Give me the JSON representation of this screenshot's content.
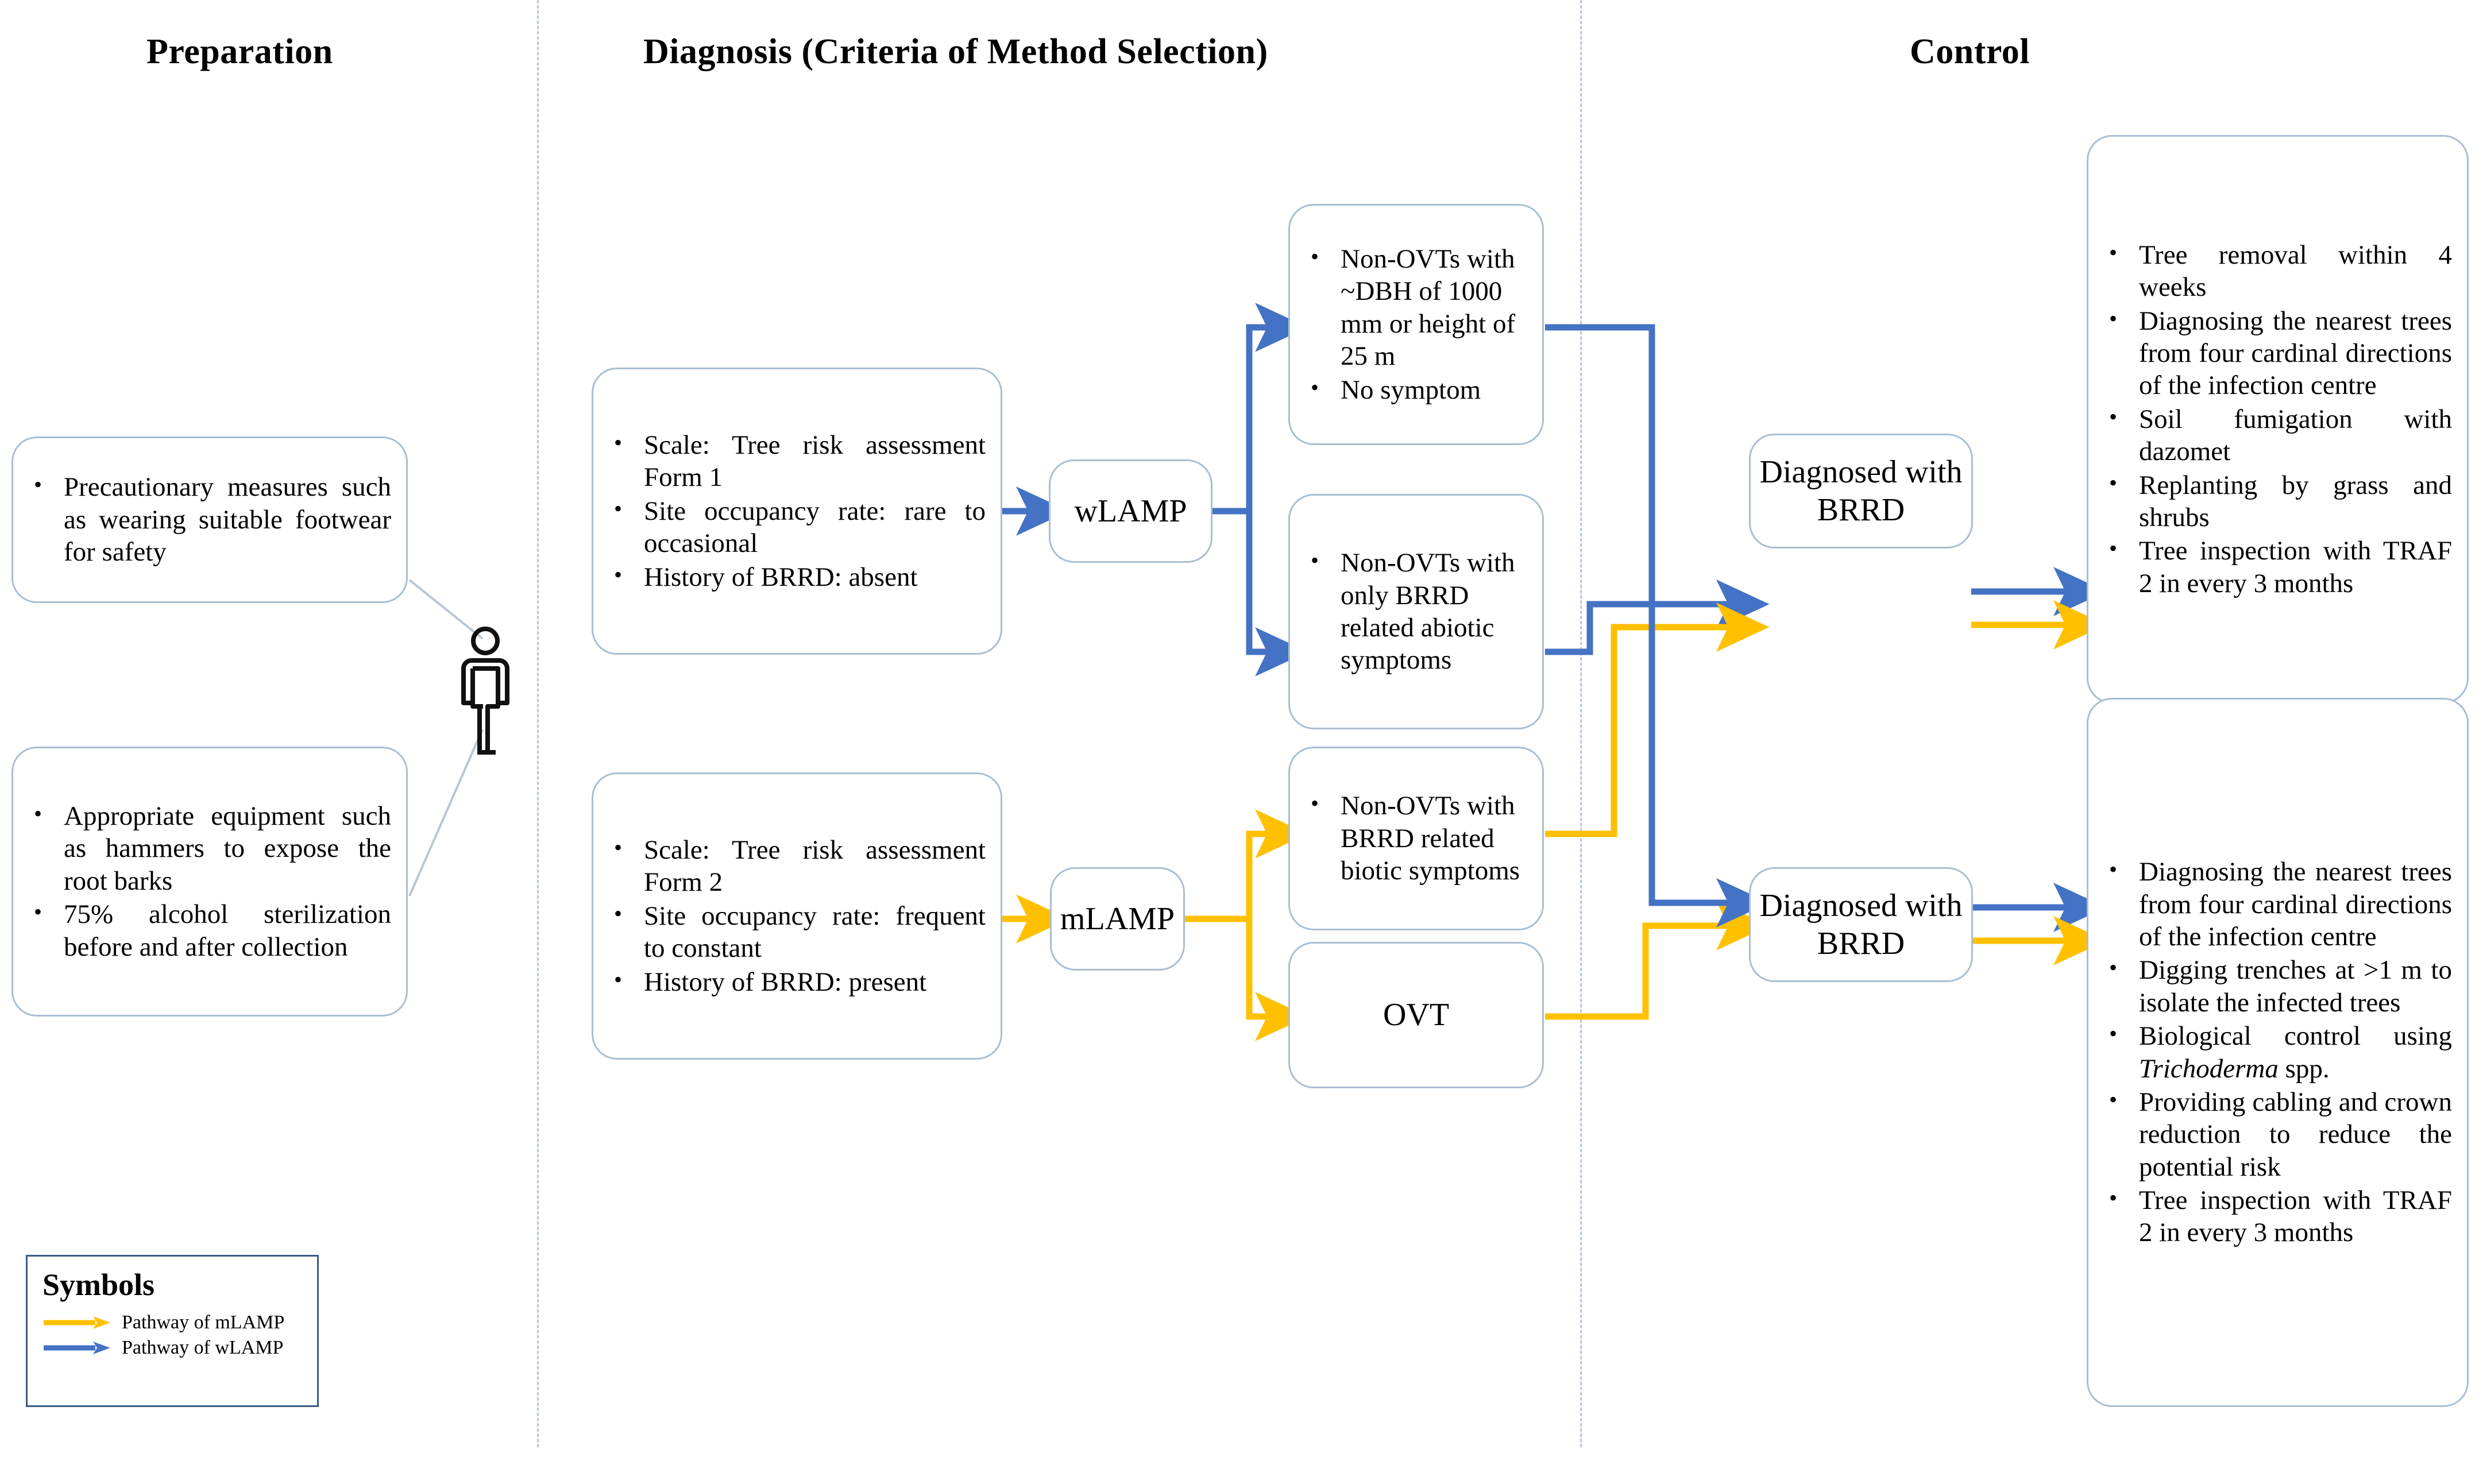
{
  "columns": [
    {
      "id": "preparation",
      "title": "Preparation"
    },
    {
      "id": "diagnosis",
      "title": "Diagnosis (Criteria of Method Selection)"
    },
    {
      "id": "control",
      "title": "Control"
    }
  ],
  "preparation": {
    "boxes": [
      {
        "name": "precaution-box",
        "items": [
          "Precautionary measures such as wearing suitable footwear for safety"
        ]
      },
      {
        "name": "equipment-box",
        "items": [
          "Appropriate equipment such as hammers to expose the root barks",
          "75% alcohol sterilization before and after collection"
        ]
      }
    ],
    "operator_icon": "person-icon"
  },
  "diagnosis": {
    "criteria_boxes": [
      {
        "name": "criteria-wlamp-box",
        "items": [
          "Scale: Tree risk assessment Form 1",
          "Site occupancy rate: rare to occasional",
          "History of BRRD: absent"
        ]
      },
      {
        "name": "criteria-mlamp-box",
        "items": [
          "Scale: Tree risk assessment Form 2",
          "Site occupancy rate: frequent to constant",
          "History of BRRD: present"
        ]
      }
    ],
    "methods": [
      {
        "name": "wlamp-box",
        "label": "wLAMP"
      },
      {
        "name": "mlamp-box",
        "label": "mLAMP"
      }
    ],
    "outcome_boxes": [
      {
        "name": "non-ovt-dbh-box",
        "items": [
          "Non-OVTs with ~DBH of 1000 mm or height of 25 m",
          "No symptom"
        ]
      },
      {
        "name": "non-ovt-abiotic-box",
        "items": [
          "Non-OVTs with only BRRD related abiotic symptoms"
        ]
      },
      {
        "name": "non-ovt-biotic-box",
        "items": [
          "Non-OVTs with BRRD related biotic symptoms"
        ]
      },
      {
        "name": "ovt-box",
        "label": "OVT",
        "items": []
      }
    ]
  },
  "control": {
    "diagnosed_boxes": [
      {
        "name": "diagnosed-brrd-upper",
        "label": "Diagnosed with BRRD"
      },
      {
        "name": "diagnosed-brrd-lower",
        "label": "Diagnosed with BRRD"
      }
    ],
    "action_boxes": [
      {
        "name": "control-actions-upper",
        "items": [
          "Tree removal within 4 weeks",
          "Diagnosing the nearest trees from four cardinal directions of the infection centre",
          "Soil fumigation with dazomet",
          "Replanting by grass and shrubs",
          "Tree inspection with TRAF 2 in every 3 months"
        ]
      },
      {
        "name": "control-actions-lower",
        "items": [
          "Diagnosing the nearest trees from four cardinal directions of the infection centre",
          "Digging trenches at >1 m to isolate the infected trees",
          "Biological control using Trichoderma spp.",
          "Providing cabling and crown reduction to reduce the potential risk",
          "Tree inspection with TRAF 2 in every 3 months"
        ],
        "italic_term": "Trichoderma"
      }
    ]
  },
  "legend": {
    "title": "Symbols",
    "entries": [
      {
        "name": "legend-mlamp",
        "label": "Pathway of mLAMP",
        "color": "#ffc000",
        "icon": "arrow-right-icon"
      },
      {
        "name": "legend-wlamp",
        "label": "Pathway of wLAMP",
        "color": "#4472c4",
        "icon": "arrow-right-icon"
      }
    ]
  },
  "colors": {
    "mlamp_arrow": "#ffc000",
    "wlamp_arrow": "#4472c4",
    "box_border": "#a9bed2",
    "divider": "#b9c6d4",
    "legend_border": "#3b5a84"
  }
}
